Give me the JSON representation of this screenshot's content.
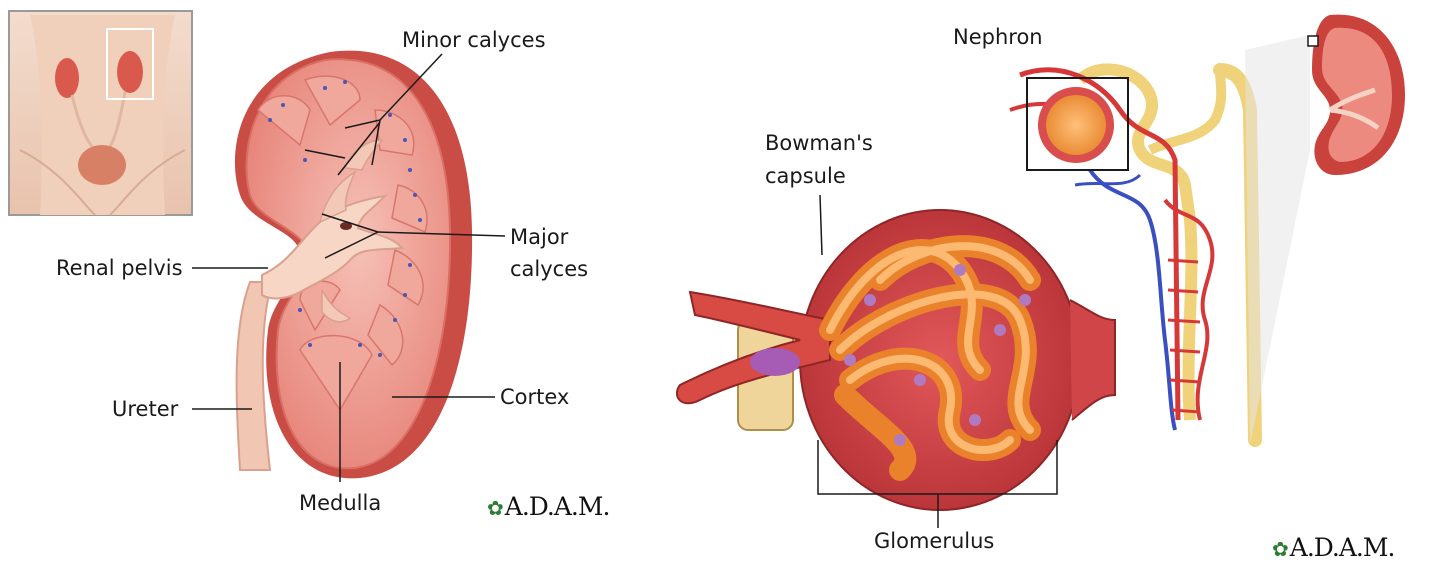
{
  "labels": {
    "minor_calyces": "Minor calyces",
    "major_calyces_line1": "Major",
    "major_calyces_line2": "calyces",
    "renal_pelvis": "Renal pelvis",
    "ureter": "Ureter",
    "cortex": "Cortex",
    "medulla": "Medulla",
    "nephron": "Nephron",
    "bowmans_line1": "Bowman's",
    "bowmans_line2": "capsule",
    "glomerulus": "Glomerulus"
  },
  "logos": {
    "left": "A.D.A.M.",
    "right": "A.D.A.M."
  },
  "colors": {
    "kidney_cortex": "#e98a80",
    "kidney_capsule": "#c94c45",
    "kidney_medulla": "#f1b2a8",
    "renal_pelvis": "#f7d6c6",
    "glomerulus_orange": "#f29a3c",
    "capsule_red": "#c63c3e",
    "tubule_yellow": "#efd27a",
    "vessel_red": "#d63838",
    "vessel_blue": "#3a4fc0",
    "logo_leaf": "#2e7d32"
  }
}
